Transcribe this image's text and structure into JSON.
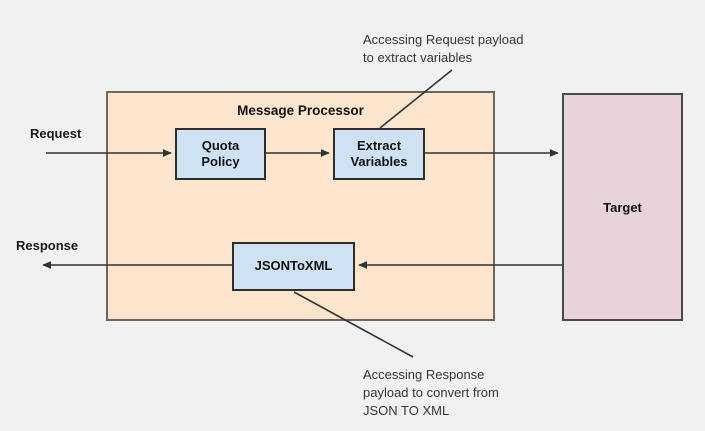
{
  "diagram": {
    "processor": {
      "title": "Message Processor"
    },
    "nodes": {
      "quota_policy": "Quota\nPolicy",
      "extract_variables": "Extract\nVariables",
      "json_to_xml": "JSONToXML",
      "target": "Target"
    },
    "flow_labels": {
      "request": "Request",
      "response": "Response"
    },
    "annotations": {
      "top": "Accessing Request payload\nto extract variables",
      "bottom": "Accessing Response\npayload to convert from\nJSON TO XML"
    },
    "colors": {
      "background": "#f1f1f1",
      "processor_fill": "#fce5cd",
      "processor_border": "#6d675f",
      "node_fill": "#cfe2f3",
      "node_border": "#2e2e2e",
      "target_fill": "#e8d2dc",
      "target_border": "#4a4a4a",
      "line": "#333333"
    }
  }
}
